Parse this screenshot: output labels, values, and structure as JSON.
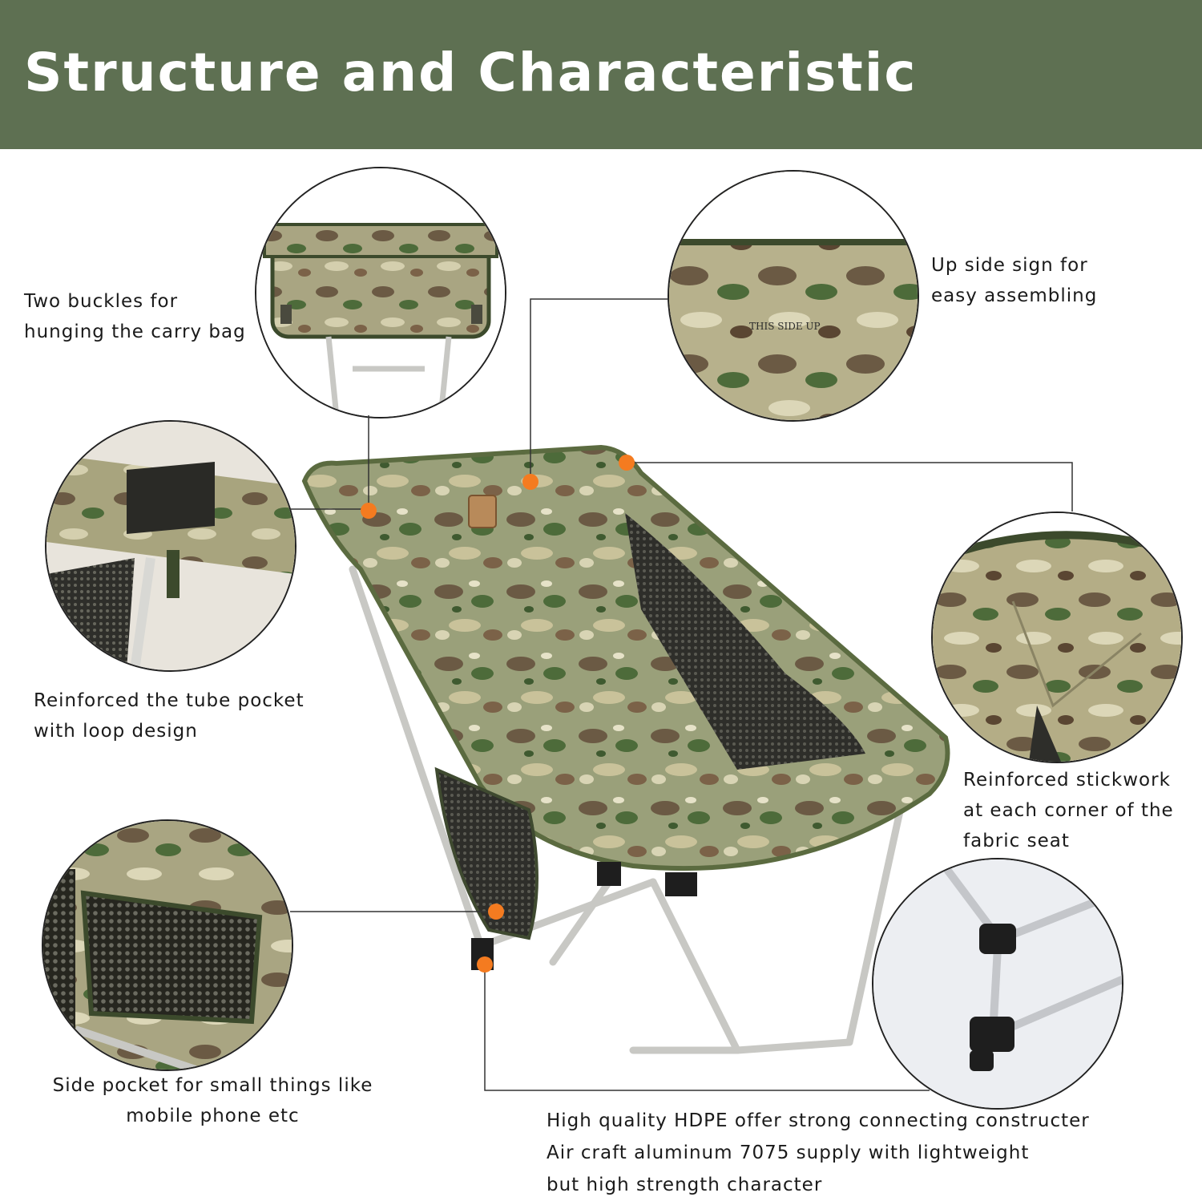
{
  "header": {
    "title": "Structure and Characteristic"
  },
  "colors": {
    "banner": "#5e7052",
    "marker": "#f47b20",
    "leader_line": "#333333"
  },
  "callouts": {
    "buckles": {
      "lines": [
        "Two buckles for",
        "hunging the carry bag"
      ]
    },
    "up_side": {
      "lines": [
        "Up side sign for",
        "easy assembling"
      ],
      "sign_text": "THIS SIDE UP"
    },
    "tube_pocket": {
      "lines": [
        "Reinforced the tube pocket",
        "with loop design"
      ]
    },
    "stickwork": {
      "lines": [
        "Reinforced stickwork",
        "at each corner of the",
        "fabric seat"
      ]
    },
    "side_pocket": {
      "lines": [
        "Side pocket for  small things like",
        "mobile phone etc"
      ]
    },
    "hdpe": {
      "lines": [
        "High quality HDPE offer strong connecting constructer",
        "Air craft aluminum 7075 supply with lightweight",
        "but high strength character"
      ]
    }
  }
}
